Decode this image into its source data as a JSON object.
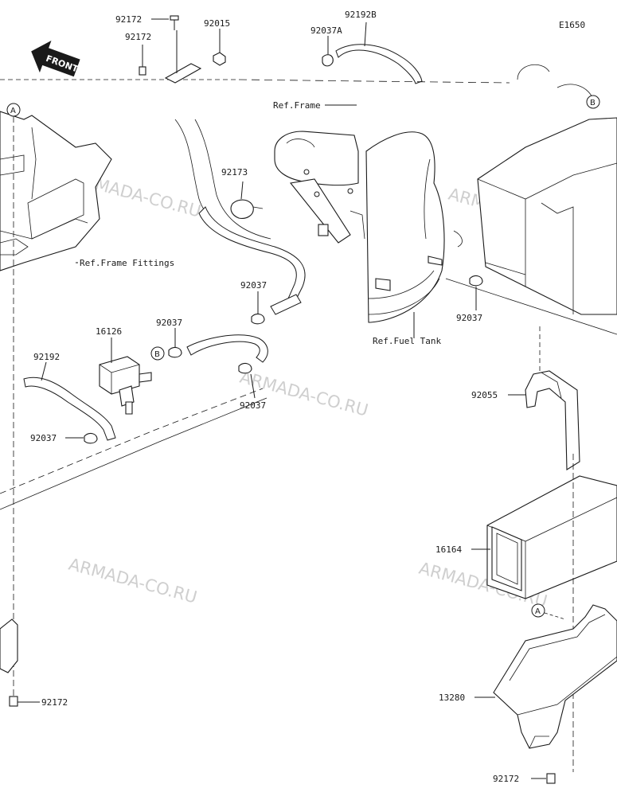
{
  "diagram": {
    "code": "E1650",
    "front_label": "FRONT",
    "watermark": "ARMADA-CO.RU",
    "part_numbers": {
      "p92172_top": "92172",
      "p92172_mid": "92172",
      "p92015": "92015",
      "p92037A": "92037A",
      "p92192B": "92192B",
      "p92173": "92173",
      "p92037_a": "92037",
      "p92037_b": "92037",
      "p92037_c": "92037",
      "p92037_d": "92037",
      "p92037_e": "92037",
      "p16126": "16126",
      "p92192": "92192",
      "p92055": "92055",
      "p16164": "16164",
      "p13280": "13280",
      "p92172_left": "92172",
      "p92172_bottom": "92172"
    },
    "references": {
      "frame_fittings": "Ref.Frame Fittings",
      "frame": "Ref.Frame",
      "fuel_tank": "Ref.Fuel Tank"
    },
    "callouts": {
      "a_top_left": "A",
      "b_top_right": "B",
      "b_mid": "B",
      "a_bottom": "A"
    }
  }
}
